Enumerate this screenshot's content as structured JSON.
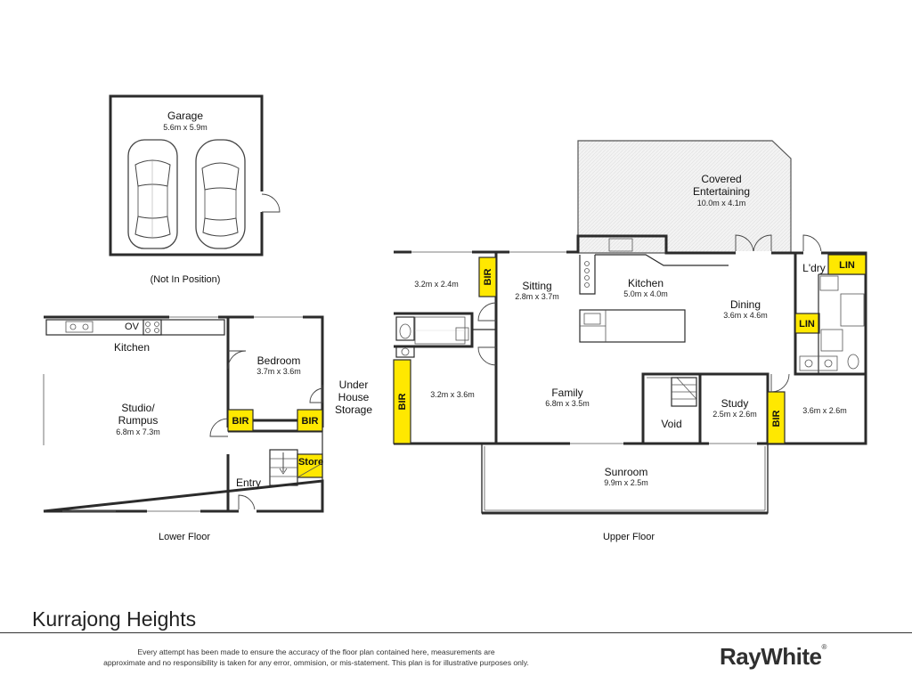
{
  "property": {
    "title": "Kurrajong Heights"
  },
  "garage": {
    "name": "Garage",
    "dims": "5.6m x 5.9m",
    "note": "(Not In Position)"
  },
  "lower_floor": {
    "caption": "Lower Floor",
    "kitchen": {
      "name": "Kitchen"
    },
    "oven": {
      "label": "OV"
    },
    "studio": {
      "name_line1": "Studio/",
      "name_line2": "Rumpus",
      "dims": "6.8m x 7.3m"
    },
    "bedroom": {
      "name": "Bedroom",
      "dims": "3.7m x 3.6m"
    },
    "bir_left": {
      "label": "BIR"
    },
    "bir_right": {
      "label": "BIR"
    },
    "store": {
      "label": "Store"
    },
    "entry": {
      "name": "Entry"
    },
    "under_house": {
      "line1": "Under",
      "line2": "House",
      "line3": "Storage"
    }
  },
  "upper_floor": {
    "caption": "Upper Floor",
    "covered_entertaining": {
      "name_line1": "Covered",
      "name_line2": "Entertaining",
      "dims": "10.0m x 4.1m"
    },
    "bed1": {
      "dims": "3.2m x 2.4m"
    },
    "bir_top": {
      "label": "BIR"
    },
    "sitting": {
      "name": "Sitting",
      "dims": "2.8m x 3.7m"
    },
    "kitchen": {
      "name": "Kitchen",
      "dims": "5.0m x 4.0m"
    },
    "laundry": {
      "name": "L'dry"
    },
    "lin_top": {
      "label": "LIN"
    },
    "lin_mid": {
      "label": "LIN"
    },
    "dining": {
      "name": "Dining",
      "dims": "3.6m x 4.6m"
    },
    "bed2": {
      "dims": "3.2m x 3.6m"
    },
    "bir_left": {
      "label": "BIR"
    },
    "family": {
      "name": "Family",
      "dims": "6.8m x 3.5m"
    },
    "void": {
      "name": "Void"
    },
    "study": {
      "name": "Study",
      "dims": "2.5m x 2.6m"
    },
    "bir_study": {
      "label": "BIR"
    },
    "bed3": {
      "dims": "3.6m x 2.6m"
    },
    "sunroom": {
      "name": "Sunroom",
      "dims": "9.9m x 2.5m"
    }
  },
  "footer": {
    "disclaimer_line1": "Every attempt has been made to ensure the accuracy of the floor plan contained here, measurements are",
    "disclaimer_line2": "approximate and no responsibility is taken for any error, ommision, or mis-statement. This plan is for illustrative purposes only.",
    "brand": "RayWhite",
    "brand_mark": "®"
  }
}
